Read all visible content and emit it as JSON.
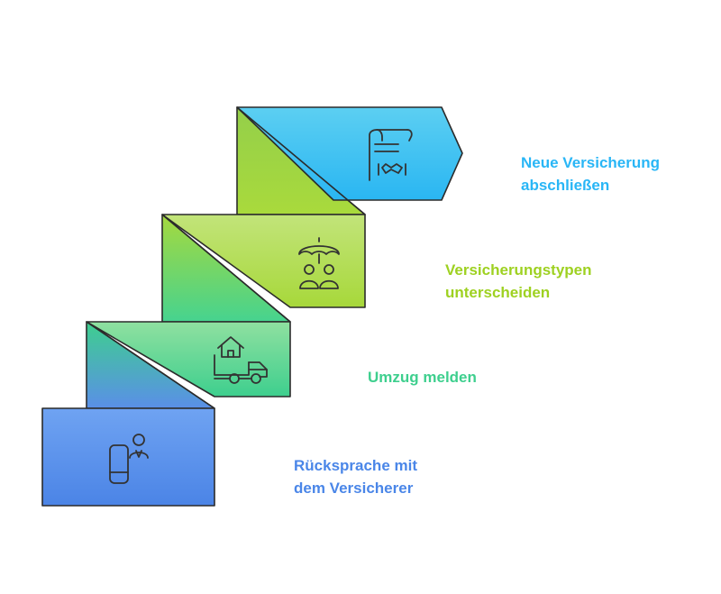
{
  "steps": [
    {
      "line1": "Rücksprache mit",
      "line2": "dem Versicherer",
      "icon": "person-phone-icon",
      "color": "#4a86e8"
    },
    {
      "line1": "Umzug melden",
      "line2": "",
      "icon": "moving-truck-house-icon",
      "color": "#3ecf8e"
    },
    {
      "line1": "Versicherungstypen",
      "line2": "unterscheiden",
      "icon": "umbrella-people-icon",
      "color": "#9ed121"
    },
    {
      "line1": "Neue Versicherung",
      "line2": "abschließen",
      "icon": "contract-handshake-icon",
      "color": "#29b6f6"
    }
  ]
}
